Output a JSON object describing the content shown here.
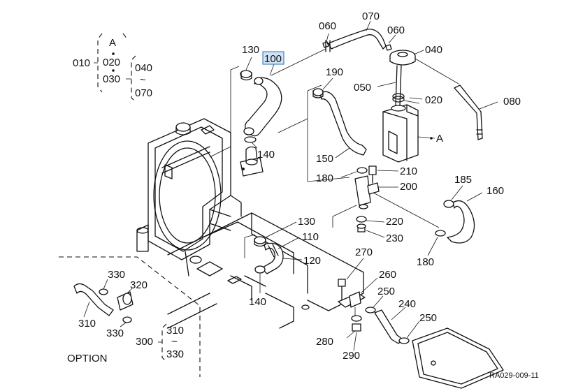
{
  "diagram": {
    "figure_code": "RA029-009-11",
    "option_label": "OPTION",
    "highlighted": "100",
    "labels": {
      "p010": "010",
      "p020": "020",
      "p030": "030",
      "p040": "040",
      "p070": "070",
      "gA": "A",
      "sep1": "~",
      "p060a": "060",
      "p070b": "070",
      "p060b": "060",
      "p040b": "040",
      "p130a": "130",
      "p100": "100",
      "p190": "190",
      "p050": "050",
      "p020b": "020",
      "p080": "080",
      "pA": "A",
      "p140a": "140",
      "p150": "150",
      "p180a": "180",
      "p210": "210",
      "p200": "200",
      "p185": "185",
      "p160": "160",
      "p220": "220",
      "p230": "230",
      "p180b": "180",
      "p130b": "130",
      "p110": "110",
      "p120": "120",
      "p270": "270",
      "p260": "260",
      "p250a": "250",
      "p240": "240",
      "p250b": "250",
      "p140b": "140",
      "p330a": "330",
      "p320": "320",
      "p310": "310",
      "p330b": "330",
      "p300": "300",
      "p310b": "310",
      "sep2": "~",
      "p330c": "330",
      "p280": "280",
      "p290": "290"
    }
  }
}
